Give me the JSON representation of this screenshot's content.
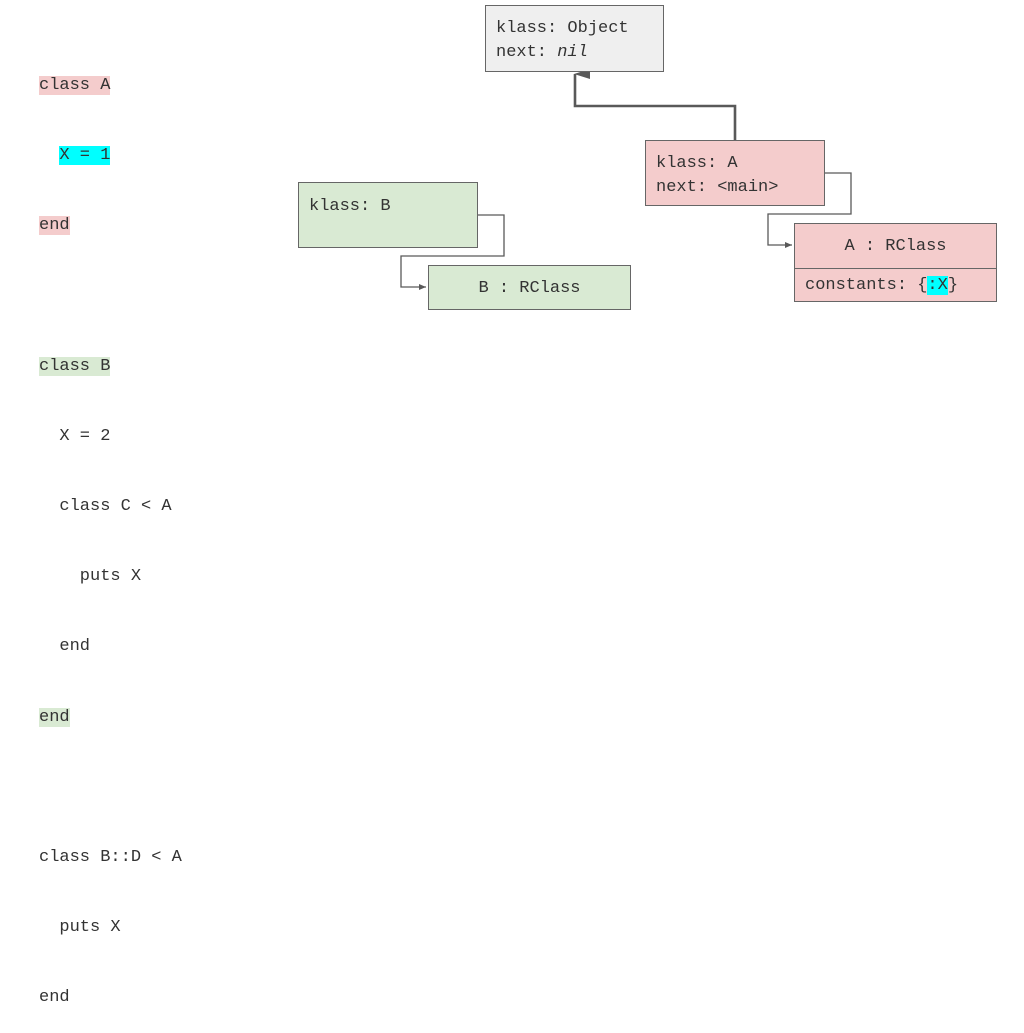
{
  "code": {
    "lines": [
      "class A",
      "  X = 1",
      "end",
      "",
      "class B",
      "  X = 2",
      "  class C < A",
      "    puts X",
      "  end",
      "end",
      "",
      "class B::D < A",
      "  puts X",
      "end"
    ]
  },
  "object_box": {
    "klass_label": "klass: ",
    "klass_value": "Object",
    "next_label": "next: ",
    "next_value": "nil"
  },
  "a_box": {
    "klass": "klass: A",
    "next": "next: <main>"
  },
  "b_box": {
    "klass": "klass: B"
  },
  "b_rclass": {
    "title": "B : RClass"
  },
  "a_rclass": {
    "title": "A : RClass",
    "constants_prefix": "constants: {",
    "constants_key": ":X",
    "constants_suffix": "}"
  },
  "colors": {
    "pink": "#f4cccc",
    "green": "#d9ead3",
    "gray": "#efefef",
    "cyan": "#00ffff",
    "border": "#666666"
  }
}
